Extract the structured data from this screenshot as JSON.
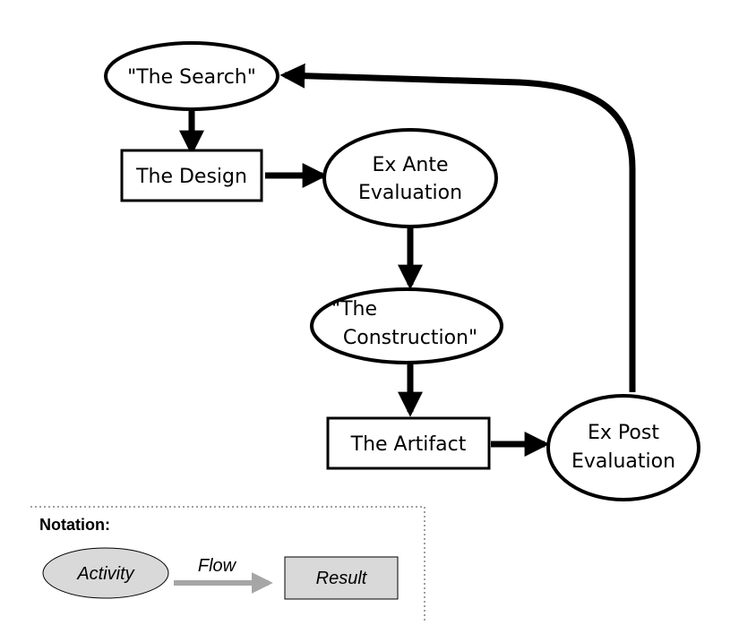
{
  "diagram": {
    "nodes": {
      "search": {
        "label": "\"The Search\"",
        "shape": "ellipse"
      },
      "design": {
        "label": "The Design",
        "shape": "rectangle"
      },
      "ex_ante": {
        "label_line1": "Ex Ante",
        "label_line2": "Evaluation",
        "shape": "ellipse"
      },
      "construction": {
        "label_line1": "\"The",
        "label_line2": "Construction\"",
        "shape": "ellipse"
      },
      "artifact": {
        "label": "The Artifact",
        "shape": "rectangle"
      },
      "ex_post": {
        "label_line1": "Ex Post",
        "label_line2": "Evaluation",
        "shape": "ellipse"
      }
    },
    "edges": [
      {
        "from": "search",
        "to": "design"
      },
      {
        "from": "design",
        "to": "ex_ante"
      },
      {
        "from": "ex_ante",
        "to": "construction"
      },
      {
        "from": "construction",
        "to": "artifact"
      },
      {
        "from": "artifact",
        "to": "ex_post"
      },
      {
        "from": "ex_post",
        "to": "search"
      }
    ]
  },
  "legend": {
    "title": "Notation:",
    "activity_label": "Activity",
    "flow_label": "Flow",
    "result_label": "Result"
  },
  "colors": {
    "stroke": "#000000",
    "legend_fill": "#d9d9d9",
    "legend_arrow": "#a6a6a6",
    "legend_border": "#808080"
  }
}
